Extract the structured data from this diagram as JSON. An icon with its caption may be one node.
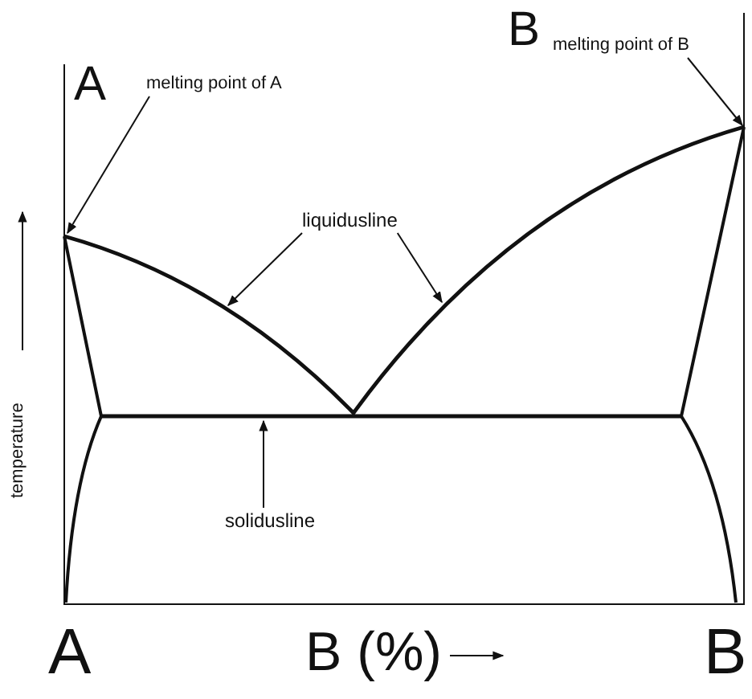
{
  "diagram": {
    "nodes": [
      {
        "text": [
          "melting point of A"
        ]
      },
      {
        "text": [
          "melting point of B"
        ]
      },
      {
        "text": [
          "liquidusline"
        ]
      },
      {
        "text": [
          "solidusline"
        ]
      }
    ],
    "edges": [
      {
        "from": 0,
        "to": null,
        "arrow": "to"
      },
      {
        "from": 1,
        "to": null,
        "arrow": "to"
      },
      {
        "from": 2,
        "to": null,
        "arrow": "to"
      },
      {
        "from": 2,
        "to": null,
        "arrow": "to"
      },
      {
        "from": 3,
        "to": null,
        "arrow": "to"
      }
    ],
    "labels": [
      "B",
      "A",
      "temperature",
      "A",
      "B (%)",
      "B"
    ]
  }
}
